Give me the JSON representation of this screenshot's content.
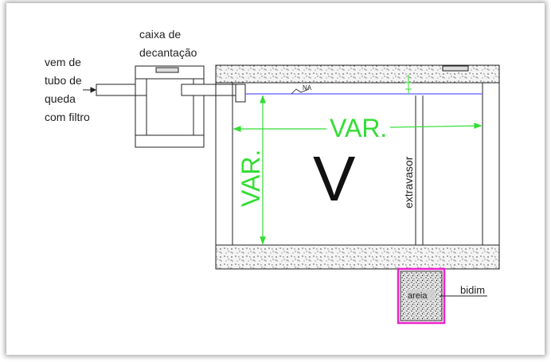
{
  "labels": {
    "inlet_line1": "vem de",
    "inlet_line2": "tubo de",
    "inlet_line3": "queda",
    "inlet_line4": "com filtro",
    "box_line1": "caixa de",
    "box_line2": "decantação",
    "na": "NA",
    "var_horizontal": "VAR.",
    "var_vertical": "VAR.",
    "volume": "V",
    "overflow": "extravasor",
    "sand": "areia",
    "geotextile": "bidim"
  },
  "colors": {
    "dimension": "#33dd33",
    "water_level": "#7777ff",
    "highlight_box": "#ee22cc",
    "line": "#222222"
  }
}
